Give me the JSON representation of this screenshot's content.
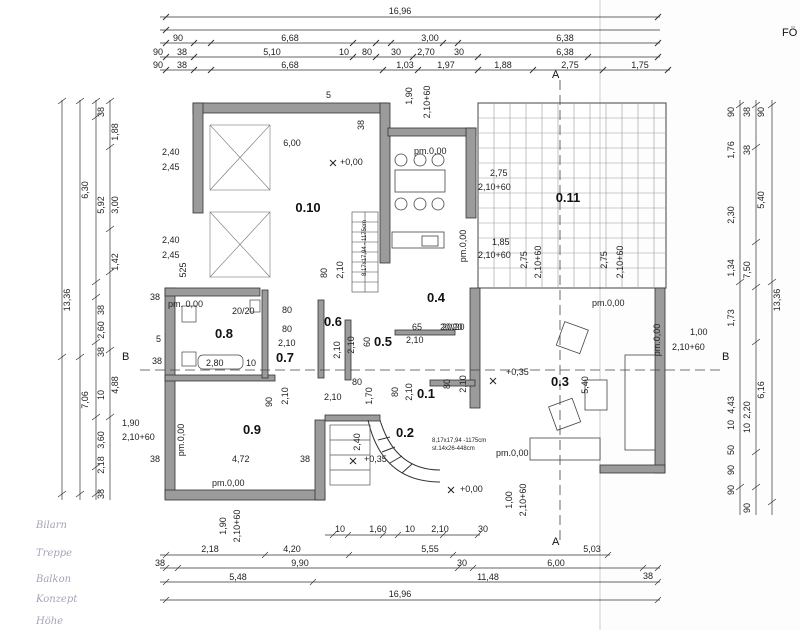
{
  "header": {
    "corner_label": "FÖ",
    "section_letter_top": "A",
    "section_letter_bottom": "A",
    "section_letter_left": "B",
    "section_letter_right": "B"
  },
  "rooms": [
    "0.10",
    "0.11",
    "0.4",
    "0.8",
    "0.6",
    "0.7",
    "0.5",
    "0.1",
    "0.3",
    "0.9",
    "0.2"
  ],
  "top_dims": {
    "total": "16,96",
    "row1": [
      "90",
      "6,68",
      "3,00",
      "6,38"
    ],
    "row2": [
      "90",
      "38",
      "5,10",
      "10",
      "80",
      "30",
      "2,70",
      "30",
      "6,38"
    ],
    "row3": [
      "90",
      "38",
      "6,68",
      "1,03",
      "1,97",
      "1,88",
      "2,75",
      "1,75"
    ]
  },
  "bottom_dims": {
    "row1": [
      "10",
      "1,60",
      "10",
      "2,10",
      "30"
    ],
    "row2": [
      "2,18",
      "4,20",
      "5,55",
      "5,03"
    ],
    "row3": [
      "38",
      "9,90",
      "30",
      "6,00",
      "38"
    ],
    "row4": [
      "5,48",
      "11,48"
    ],
    "total": "16,96"
  },
  "left_dims": {
    "outer": [
      "13,36"
    ],
    "middle": [
      "6,30",
      "7,06"
    ],
    "inner": [
      "38",
      "5,92",
      "38",
      "2,60",
      "38",
      "3,60",
      "2,18",
      "38"
    ],
    "innermost": [
      "1,88",
      "3,00",
      "1,42",
      "10",
      "4,88"
    ]
  },
  "right_dims": {
    "outer": [
      "13,36"
    ],
    "middle": [
      "5,40",
      "6,16"
    ],
    "inner": [
      "90",
      "38",
      "90",
      "1,76",
      "38",
      "2,30",
      "1,34",
      "1,73",
      "7,50",
      "4,43",
      "10",
      "2,20",
      "10",
      "50",
      "90",
      "90",
      "90"
    ]
  },
  "annotations": {
    "a1": "6,00",
    "a2": "+0,00",
    "a3": "2,40",
    "a4": "2,45",
    "a5": "2,40",
    "a6": "2,45",
    "a7": "525",
    "a8": "38",
    "a9": "5",
    "a10": "1,90",
    "a11": "2,10+60",
    "a12": "pm.0,00",
    "a13": "2,75",
    "a14": "2,10+60",
    "a15": "1,85",
    "a16": "2,10+60",
    "a17": "2,75",
    "a18": "2,10+60",
    "a19": "2,75",
    "a20": "2,10+60",
    "a21": "pm.0,00",
    "a22": "80",
    "a23": "2,10",
    "a24": "pm. 0,00",
    "a25": "20/20",
    "a26": "1,00",
    "a27": "2,10+60",
    "a28": "pm.0,00",
    "a29": "20/20",
    "a30": "80",
    "a31": "2,10",
    "a32": "80",
    "a33": "2,10",
    "a34": "60",
    "a35": "2,10",
    "a36": "65",
    "a37": "2,10",
    "a38": "20/20",
    "a39": "5",
    "a40": "38",
    "a41": "2,80",
    "a42": "10",
    "a43": "+0,35",
    "a44": "5,40",
    "a45": "pm.0,00",
    "a46": "90",
    "a47": "2,10",
    "a48": "1,70",
    "a49": "80",
    "a50": "2,10",
    "a51": "80",
    "a52": "2,10",
    "a53": "80",
    "a54": "2,10",
    "a55": "1,90",
    "a56": "2,10+60",
    "a57": "pm.0,00",
    "a58": "2,40",
    "a59": "+0,35",
    "a60": "pm.0,00",
    "a61": "4,72",
    "a62": "38",
    "a63": "pm.0,00",
    "a64": "+0,00",
    "a65": "1,00",
    "a66": "2,10+60",
    "a67": "1,90",
    "a68": "2,10+60",
    "a69": "38",
    "a70": "38",
    "stair_note": "8,17x17,94 - 1175cm",
    "stair_note2": "st.14x26-448cm",
    "stair_note3": "8,17x17,94 -1175cm"
  },
  "handwriting": [
    "Bilarn",
    "Treppe",
    "Balkon",
    "Konzept",
    "Höhe"
  ]
}
